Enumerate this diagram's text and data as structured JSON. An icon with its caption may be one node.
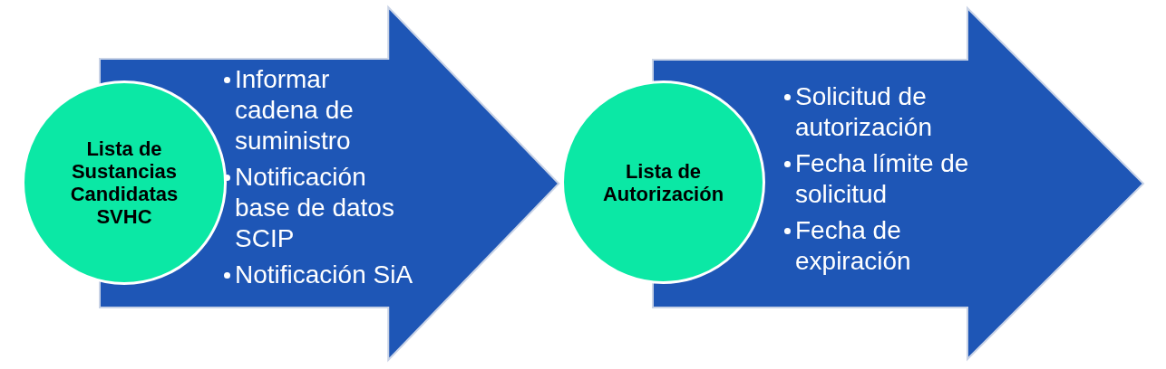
{
  "diagram": {
    "nodes": [
      {
        "text": [
          "Lista de Sustancias Candidatas SVHC"
        ]
      },
      {
        "text": [
          "Informar cadena de suministro",
          "Notificación base de datos SCIP",
          "Notificación SiA"
        ]
      },
      {
        "text": [
          "Lista de Autorización"
        ]
      },
      {
        "text": [
          "Solicitud de autorización",
          "Fecha límite de solicitud",
          "Fecha de expiración"
        ]
      }
    ],
    "edges": [
      {
        "from": 0,
        "to": 2,
        "arrow": "to"
      }
    ]
  }
}
